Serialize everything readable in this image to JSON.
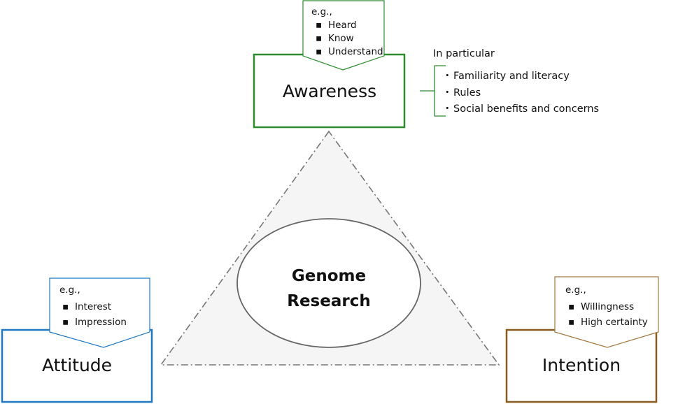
{
  "center": {
    "line1": "Genome",
    "line2": "Research"
  },
  "awareness": {
    "label": "Awareness",
    "color": "#2e8b2e",
    "examples_header": "e.g.,",
    "examples": [
      "Heard",
      "Know",
      "Understand"
    ],
    "particular_header": "In particular",
    "particular": [
      "Familiarity and literacy",
      "Rules",
      "Social benefits and concerns"
    ]
  },
  "attitude": {
    "label": "Attitude",
    "color": "#1f78c1",
    "examples_header": "e.g.,",
    "examples": [
      "Interest",
      "Impression"
    ]
  },
  "intention": {
    "label": "Intention",
    "color": "#8b5a1e",
    "examples_header": "e.g.,",
    "examples": [
      "Willingness",
      "High certainty"
    ]
  },
  "bullets": {
    "square": "▪",
    "dot": "・"
  }
}
